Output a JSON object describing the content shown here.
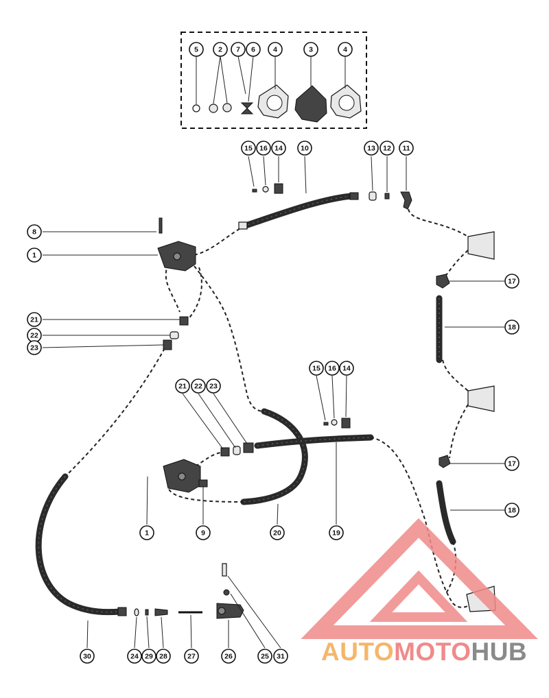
{
  "callouts": [
    {
      "id": "5"
    },
    {
      "id": "2"
    },
    {
      "id": "7"
    },
    {
      "id": "6"
    },
    {
      "id": "4"
    },
    {
      "id": "3"
    },
    {
      "id": "4"
    },
    {
      "id": "15"
    },
    {
      "id": "16"
    },
    {
      "id": "14"
    },
    {
      "id": "10"
    },
    {
      "id": "13"
    },
    {
      "id": "12"
    },
    {
      "id": "11"
    },
    {
      "id": "8"
    },
    {
      "id": "1"
    },
    {
      "id": "17"
    },
    {
      "id": "18"
    },
    {
      "id": "21"
    },
    {
      "id": "22"
    },
    {
      "id": "23"
    },
    {
      "id": "15"
    },
    {
      "id": "16"
    },
    {
      "id": "14"
    },
    {
      "id": "21"
    },
    {
      "id": "22"
    },
    {
      "id": "23"
    },
    {
      "id": "17"
    },
    {
      "id": "18"
    },
    {
      "id": "1"
    },
    {
      "id": "9"
    },
    {
      "id": "20"
    },
    {
      "id": "19"
    },
    {
      "id": "30"
    },
    {
      "id": "24"
    },
    {
      "id": "29"
    },
    {
      "id": "28"
    },
    {
      "id": "27"
    },
    {
      "id": "26"
    },
    {
      "id": "25"
    },
    {
      "id": "31"
    },
    {
      "id": "30"
    }
  ],
  "watermark": {
    "part1": "AUTO",
    "part2": "MOTO",
    "part3": "HUB",
    "colors": {
      "part1": "#f5b66a",
      "part2": "#f08a8a",
      "part3": "#8a8a8a"
    }
  }
}
